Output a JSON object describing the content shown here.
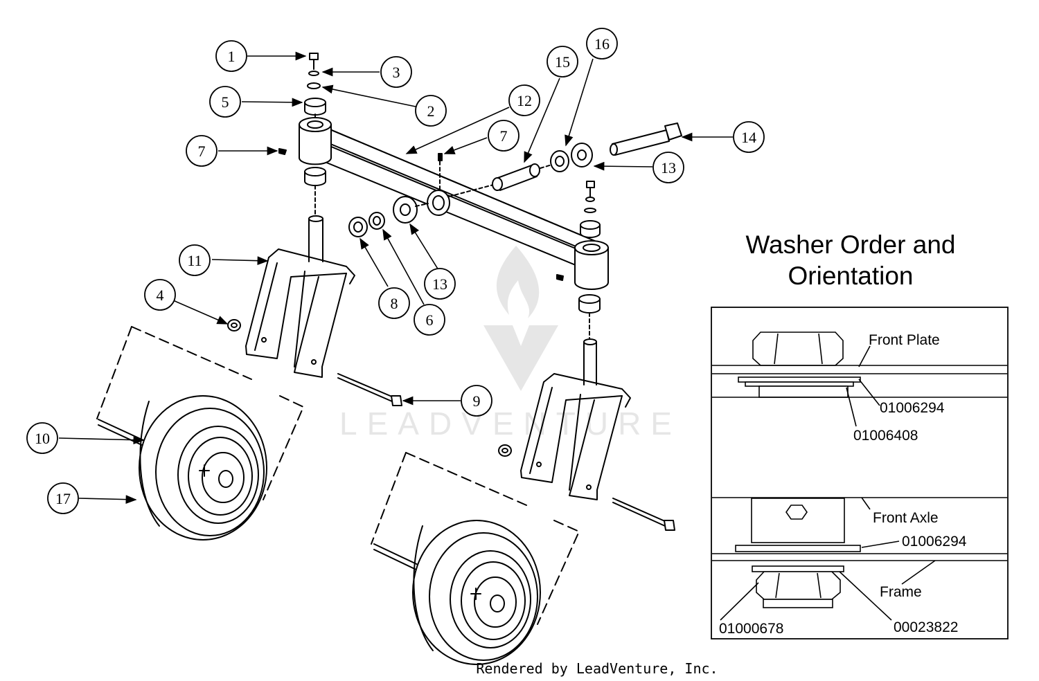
{
  "callouts": {
    "c1": "1",
    "c2": "2",
    "c3": "3",
    "c4": "4",
    "c5": "5",
    "c6": "6",
    "c7a": "7",
    "c7b": "7",
    "c8": "8",
    "c9": "9",
    "c10": "10",
    "c11": "11",
    "c12": "12",
    "c13a": "13",
    "c13b": "13",
    "c14": "14",
    "c15": "15",
    "c16": "16",
    "c17": "17"
  },
  "inset": {
    "title_line1": "Washer Order and",
    "title_line2": "Orientation",
    "front_plate": "Front Plate",
    "part_01006294_top": "01006294",
    "part_01006408": "01006408",
    "front_axle": "Front Axle",
    "part_01006294_bottom": "01006294",
    "frame": "Frame",
    "part_01000678": "01000678",
    "part_00023822": "00023822"
  },
  "watermark": {
    "text": "LEADVENTURE"
  },
  "footer": {
    "rendered_by": "Rendered by LeadVenture, Inc."
  },
  "colors": {
    "ink": "#000000",
    "watermark": "#e3e3e3"
  }
}
